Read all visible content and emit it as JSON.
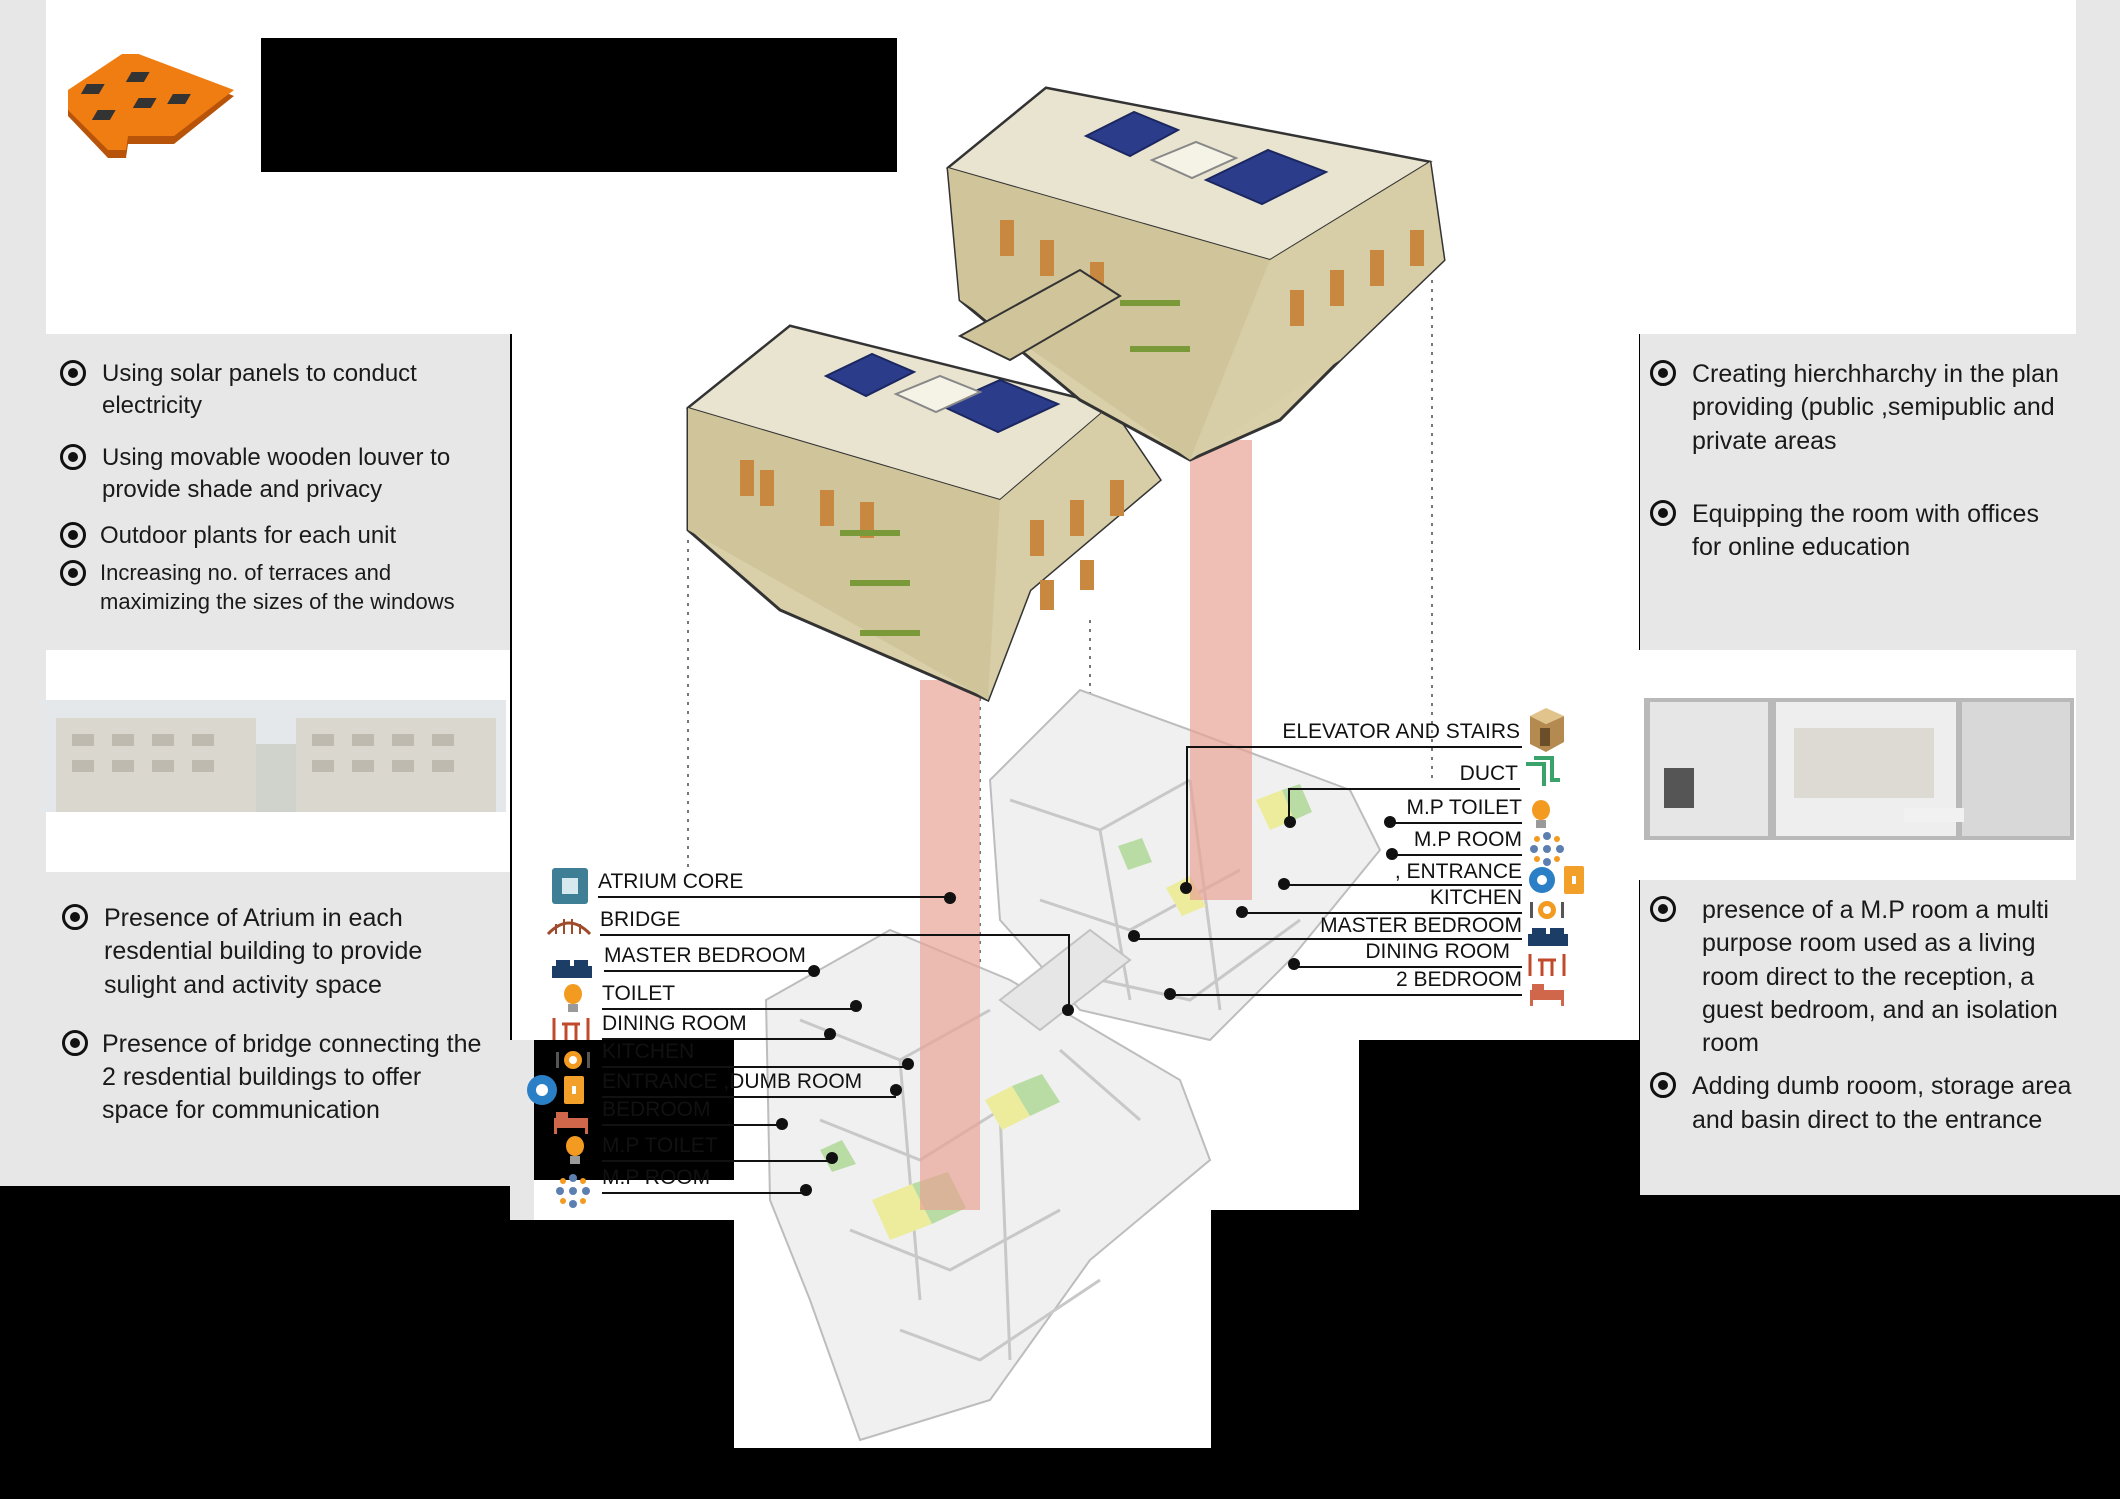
{
  "left_panel_top": {
    "items": [
      "Using solar panels to conduct electricity",
      "Using movable wooden louver to provide shade and privacy",
      "Outdoor plants for each unit",
      "Increasing no. of terraces and maximizing the sizes of the windows"
    ]
  },
  "left_panel_bottom": {
    "items": [
      "Presence of Atrium in each resdential building to provide sulight and activity space",
      "Presence of bridge connecting the 2 resdential buildings to offer space for communication"
    ]
  },
  "right_panel_top": {
    "items": [
      "Creating hierchharchy in the plan providing (public ,semipublic and private areas",
      "Equipping the room with offices for online education"
    ]
  },
  "right_panel_bottom": {
    "items": [
      "presence of a M.P room a multi purpose room used as a living room direct to the reception, a guest bedroom, and an isolation room",
      "Adding dumb rooom, storage area and basin direct to the entrance"
    ]
  },
  "left_labels": [
    {
      "text": "ATRIUM CORE",
      "icon": "atrium-icon"
    },
    {
      "text": "BRIDGE",
      "icon": "bridge-icon"
    },
    {
      "text": "MASTER BEDROOM",
      "icon": "bed-icon"
    },
    {
      "text": "TOILET",
      "icon": "toilet-icon"
    },
    {
      "text": "DINING ROOM",
      "icon": "dining-icon"
    },
    {
      "text": "KITCHEN",
      "icon": "kitchen-icon"
    },
    {
      "text": "ENTRANCE ,DUMB ROOM",
      "icon": "entrance-icon"
    },
    {
      "text": "BEDROOM",
      "icon": "bedroom-icon"
    },
    {
      "text": "M.P TOILET",
      "icon": "toilet-icon"
    },
    {
      "text": "M.P ROOM",
      "icon": "mp-room-icon"
    }
  ],
  "right_labels": [
    {
      "text": "ELEVATOR AND STAIRS",
      "icon": "elevator-icon"
    },
    {
      "text": "DUCT",
      "icon": "duct-icon"
    },
    {
      "text": "M.P TOILET",
      "icon": "toilet-icon"
    },
    {
      "text": "M.P ROOM",
      "icon": "mp-room-icon"
    },
    {
      "text": ", ENTRANCE",
      "icon": "entrance-icon"
    },
    {
      "text": "KITCHEN",
      "icon": "kitchen-icon"
    },
    {
      "text": "MASTER BEDROOM",
      "icon": "bed-icon"
    },
    {
      "text": "DINING ROOM",
      "icon": "dining-icon"
    },
    {
      "text": "2 BEDROOM",
      "icon": "bedroom-icon"
    }
  ],
  "colors": {
    "panel": "#e7e7e7",
    "roof": "#e9e4cf",
    "wall": "#d9cfa8",
    "solar": "#2b3c8a",
    "atrium_shaft": "#e8a294",
    "plan_floor": "#f2f2f2",
    "highlight_yellow": "#ecec9c",
    "highlight_green": "#b9dca4",
    "logo_orange": "#f07d12"
  }
}
